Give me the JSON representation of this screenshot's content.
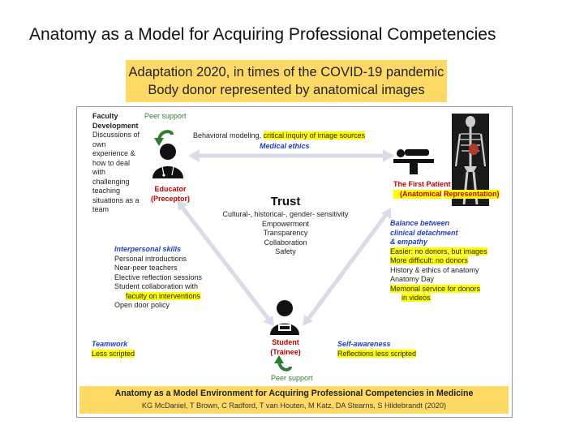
{
  "slide_title": "Anatomy as a Model for Acquiring Professional Competencies",
  "banner": {
    "line1": "Adaptation 2020, in times of the COVID-19 pandemic",
    "line2": "Body donor represented by anatomical images"
  },
  "faculty": {
    "title1": "Faculty",
    "title2": "Development",
    "lines": [
      "Discussions of",
      "own",
      "experience &",
      "how to deal",
      "with",
      "challenging",
      "teaching",
      "situations as a",
      "team"
    ]
  },
  "peer_support_top": "Peer support",
  "educator": {
    "line1": "Educator",
    "line2": "(Preceptor)"
  },
  "behavioral": {
    "plain": "Behavioral modeling,",
    "highlight": "critical inquiry of image sources"
  },
  "medical_ethics": "Medical ethics",
  "patient": {
    "line1": "The First Patient",
    "line2": "(Anatomical",
    "line3": "Representation)"
  },
  "trust": {
    "title": "Trust",
    "lines": [
      "Cultural-, historical-, gender- sensitivity",
      "Empowerment",
      "Transparency",
      "Collaboration",
      "Safety"
    ]
  },
  "balance": {
    "heading": [
      "Balance between",
      "clinical detachment",
      "& empathy"
    ],
    "items": [
      {
        "text": "Easier: no donors, but images",
        "hl": true
      },
      {
        "text": "More difficult: no donors",
        "hl": true
      },
      {
        "text": "History & ethics of anatomy",
        "hl": false
      },
      {
        "text": "Anatomy Day",
        "hl": false
      },
      {
        "text": "Memorial service for donors",
        "hl": true
      },
      {
        "text": "   in videos",
        "hl": true
      }
    ]
  },
  "interpersonal": {
    "heading": "Interpersonal skills",
    "items": [
      {
        "text": "Personal introductions",
        "hl": false
      },
      {
        "text": "Near-peer teachers",
        "hl": false
      },
      {
        "text": "Elective reflection sessions",
        "hl": false
      },
      {
        "text": "Student collaboration with",
        "hl": false
      },
      {
        "text": "   faculty on interventions",
        "hl": true
      },
      {
        "text": "Open door policy",
        "hl": false
      }
    ]
  },
  "teamwork": {
    "heading": "Teamwork",
    "item": "Less scripted"
  },
  "student": {
    "line1": "Student",
    "line2": "(Trainee)"
  },
  "self_awareness": {
    "heading": "Self-awareness",
    "item": "Reflections less scripted"
  },
  "peer_support_bottom": "Peer support",
  "footer": {
    "line1": "Anatomy as a Model Environment for Acquiring Professional Competencies in Medicine",
    "line2": "KG McDaniel, T Brown, C Radford, T van Houten, M Katz, DA Stearns, S Hildebrandt (2020)"
  },
  "colors": {
    "banner": "#ffd966",
    "highlight": "#ffff00",
    "arrow": "#d9dce8",
    "green": "#2e7d32",
    "red": "#c00000",
    "blue": "#1f3fbf"
  },
  "icons": [
    "educator-person-icon",
    "patient-on-table-icon",
    "skeleton-image-icon",
    "student-person-icon",
    "peer-support-arrow-icon"
  ]
}
